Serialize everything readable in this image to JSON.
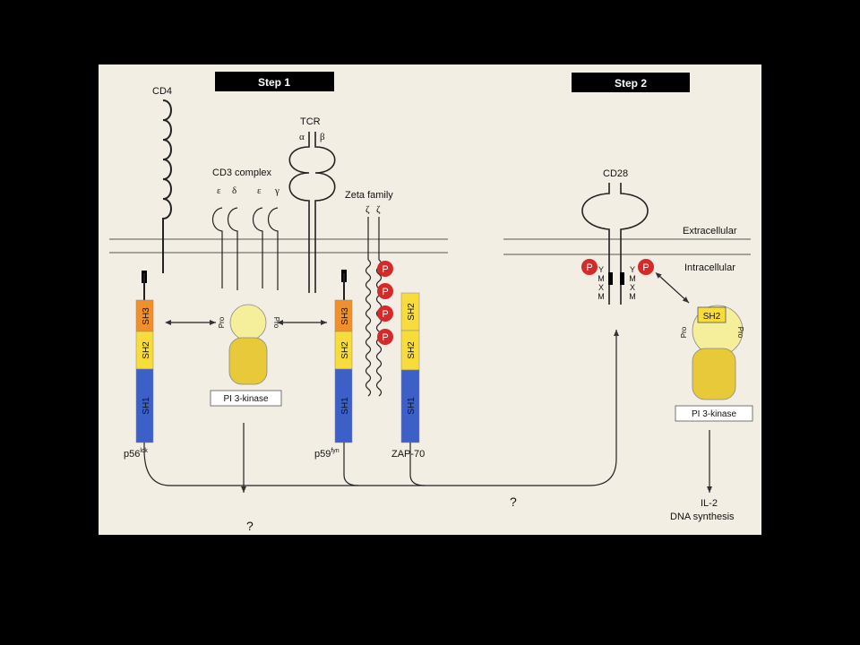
{
  "step1": "Step 1",
  "step2": "Step 2",
  "cd4": "CD4",
  "tcr": "TCR",
  "alpha": "α",
  "beta": "β",
  "cd3_complex": "CD3 complex",
  "cd3_chains": [
    "ε",
    "δ",
    "ε",
    "γ"
  ],
  "zeta_family": "Zeta family",
  "zeta_chains": [
    "ζ",
    "ζ"
  ],
  "cd28": "CD28",
  "extracellular": "Extracellular",
  "intracellular": "Intracellular",
  "domains": {
    "sh3": "SH3",
    "sh2": "SH2",
    "sh1": "SH1"
  },
  "p56_base": "p56",
  "p56_sup": "lck",
  "p59_base": "p59",
  "p59_sup": "fyn",
  "zap70": "ZAP-70",
  "pro": "Pro",
  "pi3k": "PI 3-kinase",
  "p_label": "P",
  "ymxm": [
    "Y",
    "M",
    "X",
    "M"
  ],
  "question": "?",
  "il2": "IL-2",
  "dna_synthesis": "DNA synthesis",
  "colors": {
    "sh3": "#f0902a",
    "sh2": "#f7dc3c",
    "sh1": "#3d5fc8",
    "phospho": "#d42a2a",
    "pi3k_top": "#f5ee9a",
    "pi3k_bottom": "#e8c93a"
  }
}
